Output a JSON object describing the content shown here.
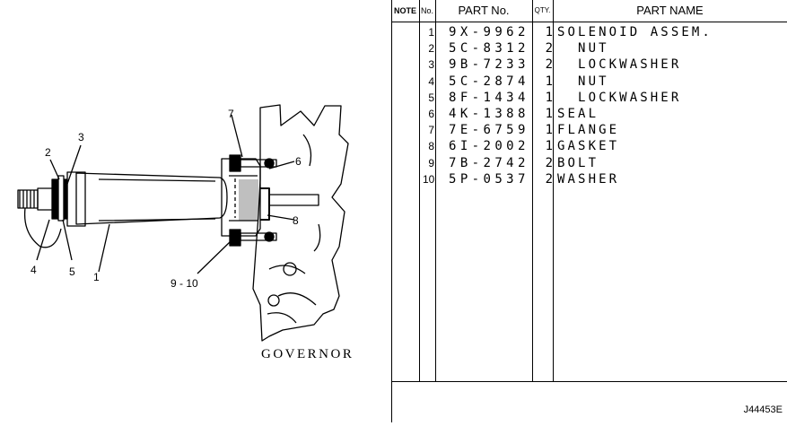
{
  "figure": {
    "caption": "GOVERNOR",
    "callouts": [
      "1",
      "2",
      "3",
      "4",
      "5",
      "6",
      "7",
      "8",
      "9 - 10"
    ]
  },
  "table": {
    "headers": {
      "note": "NOTE",
      "no": "No.",
      "part_no": "PART No.",
      "qty": "QTY.",
      "part_name": "PART NAME"
    },
    "rows": [
      {
        "no": "1",
        "part_no": "9X-9962",
        "qty": "1",
        "name": "SOLENOID ASSEM."
      },
      {
        "no": "2",
        "part_no": "5C-8312",
        "qty": "2",
        "name": "  NUT"
      },
      {
        "no": "3",
        "part_no": "9B-7233",
        "qty": "2",
        "name": "  LOCKWASHER"
      },
      {
        "no": "4",
        "part_no": "5C-2874",
        "qty": "1",
        "name": "  NUT"
      },
      {
        "no": "5",
        "part_no": "8F-1434",
        "qty": "1",
        "name": "  LOCKWASHER"
      },
      {
        "no": "6",
        "part_no": "4K-1388",
        "qty": "1",
        "name": "SEAL"
      },
      {
        "no": "7",
        "part_no": "7E-6759",
        "qty": "1",
        "name": "FLANGE"
      },
      {
        "no": "8",
        "part_no": "6I-2002",
        "qty": "1",
        "name": "GASKET"
      },
      {
        "no": "9",
        "part_no": "7B-2742",
        "qty": "2",
        "name": "BOLT"
      },
      {
        "no": "10",
        "part_no": "5P-0537",
        "qty": "2",
        "name": "WASHER"
      }
    ]
  },
  "drawing_code": "J44453E"
}
